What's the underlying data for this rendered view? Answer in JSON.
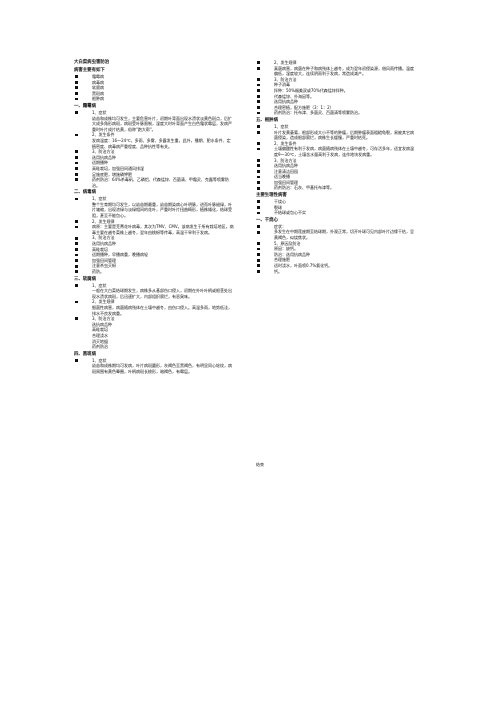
{
  "doc_title": "大白菜病虫害防治",
  "left": [
    {
      "t": "sub",
      "k": "主要病害",
      "s": "病害主要有如下"
    },
    {
      "t": "b",
      "s": "霜霉病"
    },
    {
      "t": "b",
      "s": "病毒病"
    },
    {
      "t": "b",
      "s": "软腐病"
    },
    {
      "t": "b",
      "s": "黑斑病"
    },
    {
      "t": "b",
      "s": "根肿病"
    },
    {
      "t": "h",
      "s": "一、霜霉病"
    },
    {
      "t": "b",
      "s": "1、症状"
    },
    {
      "t": "p",
      "s": "幼苗和成株均可发生，主要危害叶片，初期叶背面出现水渍状淡黄色斑点，后扩大成多角形病斑，病斑受叶脉限制，湿度大时叶背面产生白色霜状霉层，发病严重时叶片成片枯黄，俗称\"跑大帮\"。"
    },
    {
      "t": "b",
      "s": "2、发生条件"
    },
    {
      "t": "p",
      "s": "发病温度：16～24℃，多雨、多雾、多露发生重，此外，播期、肥水条件、定植密度、病毒病严重程度、品种抗性等有关。"
    },
    {
      "t": "b",
      "s": "3、防治方法"
    },
    {
      "t": "b",
      "s": "选用抗病品种"
    },
    {
      "t": "b",
      "s": "适期播种"
    },
    {
      "t": "b",
      "s": "高畦栽培，加强田间通风排湿"
    },
    {
      "t": "b",
      "s": "足施底肥，增施磷钾肥"
    },
    {
      "t": "b",
      "s": "药剂防治：64%杀毒矾、乙磷铝、代森锰锌、百菌清、甲霜灵、克露等喷雾防治。"
    },
    {
      "t": "h",
      "s": "二、病毒病"
    },
    {
      "t": "b",
      "s": "1、症状"
    },
    {
      "t": "p",
      "s": "整个生育期均可发生，以幼苗期最重，幼苗期染病心叶明脉，进而叶脉褪绿，叶片皱缩，出现浓绿与淡绿相间的花叶，严重时叶片扭曲畸形，植株矮化，结球受阻，甚至不能包心。"
    },
    {
      "t": "b",
      "s": "2、发生规律"
    },
    {
      "t": "b",
      "s": "病原：主要是芜菁花叶病毒，其次为TMV、CMV。该病发生于所有栽培地区，病毒主要在越冬菜株上越冬，翌年由桃蚜等传毒，高温干旱利于发病。"
    },
    {
      "t": "b",
      "s": "3、防治方法"
    },
    {
      "t": "b",
      "s": "选用抗病品种"
    },
    {
      "t": "b",
      "s": "高畦栽培"
    },
    {
      "t": "b",
      "s": "适期播种，早播病重，晚播病轻"
    },
    {
      "t": "b",
      "s": "加强田间管理"
    },
    {
      "t": "b",
      "s": "注意杀虫灭蚜"
    },
    {
      "t": "b",
      "s": "药防。"
    },
    {
      "t": "h",
      "s": "三、软腐病"
    },
    {
      "t": "b",
      "s": "1、症状"
    },
    {
      "t": "p",
      "s": "一般在大白菜结球期发生，病株多从基部伤口侵入，初期在外叶叶柄或根茎处出现水渍状病斑，后迅速扩大，内部组织腐烂，有恶臭味。"
    },
    {
      "t": "b",
      "s": "2、发生规律"
    },
    {
      "t": "p",
      "s": "细菌性病害，病菌随病残体在土壤中越冬，由伤口侵入。高温多雨，地势低洼，排水不良发病重。"
    },
    {
      "t": "b",
      "s": "3、防治方法"
    },
    {
      "t": "p",
      "s": "选抗病品种"
    },
    {
      "t": "p",
      "s": "高畦栽培"
    },
    {
      "t": "p",
      "s": "合理浇水"
    },
    {
      "t": "p",
      "s": "消灭地蛆"
    },
    {
      "t": "p",
      "s": "药剂防治"
    },
    {
      "t": "h",
      "s": "四、黑斑病"
    },
    {
      "t": "b",
      "s": "1、症状"
    },
    {
      "t": "p",
      "s": "幼苗和成株期均可发病，叶片病斑圆形，灰褐色至黑褐色，有明显同心轮纹，病斑周围有黄色晕圈，叶柄病斑长梭形，暗褐色，有霉层。"
    }
  ],
  "right": [
    {
      "t": "b",
      "s": "2、发生规律"
    },
    {
      "t": "b",
      "s": "真菌病害，病菌在种子和病残体上越冬，成为翌年初侵染源，借风雨传播。温度偏低，湿度较大，连续阴雨利于发病，常造成减产。"
    },
    {
      "t": "b",
      "s": "3、防治方法"
    },
    {
      "t": "b",
      "s": "种子消毒"
    },
    {
      "t": "b",
      "s": "拌种：50%福美双或70%代森锰锌拌种。"
    },
    {
      "t": "b",
      "s": "代森锰锌、扑海因等。"
    },
    {
      "t": "b",
      "s": "选用抗病品种"
    },
    {
      "t": "b",
      "s": "合理密植，配方施肥（3：1：2）"
    },
    {
      "t": "b",
      "s": "药剂防治：托布津、多菌灵、百菌清等喷雾防治。"
    },
    {
      "t": "h",
      "s": "五、根肿病"
    },
    {
      "t": "b",
      "s": "1、症状"
    },
    {
      "t": "b",
      "s": "叶片发黄萎蔫，根部形成大小不等的肿瘤，后期肿瘤表面粗糙龟裂，易被其它病菌侵染，造成根部腐烂，病株生长缓慢，严重时枯死。"
    },
    {
      "t": "b",
      "s": "2、发生条件"
    },
    {
      "t": "b",
      "s": "土壤偏酸性有利于发病，病菌随病残体在土壤中越冬，可存活多年，适宜发病温度9～30℃，土壤含水量高利于发病，连作地块发病重。"
    },
    {
      "t": "b",
      "s": "3、防治方法"
    },
    {
      "t": "b",
      "s": "选用抗病品种"
    },
    {
      "t": "b",
      "s": "注意清洁田园"
    },
    {
      "t": "b",
      "s": "适当晚播"
    },
    {
      "t": "b",
      "s": "加强田间管理"
    },
    {
      "t": "b",
      "s": "药剂防治：石灰、甲基托布津等。"
    },
    {
      "t": "h",
      "s": "主要生理性病害"
    },
    {
      "t": "b",
      "s": "干烧心"
    },
    {
      "t": "b",
      "s": "裂球"
    },
    {
      "t": "b",
      "s": "不结球或包心不实"
    },
    {
      "t": "h",
      "s": "一、干烧心"
    },
    {
      "t": "b",
      "s": "症状："
    },
    {
      "t": "b",
      "s": "多发生在中期莲座期至结球期，外观正常，切开叶球可见内部叶片边缘干枯，呈黄褐色，似烧焦状。"
    },
    {
      "t": "b",
      "s": "5、原因及防治"
    },
    {
      "t": "b",
      "s": "原因：缺钙。"
    },
    {
      "t": "b",
      "s": "防治：选用抗病品种"
    },
    {
      "t": "b",
      "s": "合理施肥"
    },
    {
      "t": "b",
      "s": "适时浇水，叶面喷0.7%氯化钙。"
    },
    {
      "t": "b",
      "s": "钙。"
    }
  ],
  "footer": "结束"
}
